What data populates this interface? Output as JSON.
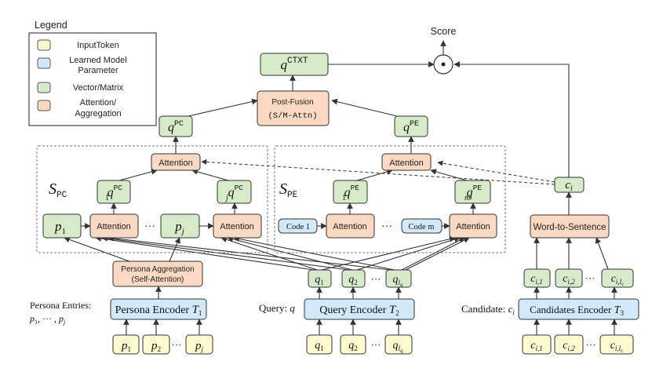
{
  "colors": {
    "input": "#fdfbcf",
    "param": "#d3e8f9",
    "vector": "#d7ebcb",
    "attention": "#fbd9c2",
    "stroke": "#333333"
  },
  "legend": {
    "title": "Legend",
    "items": [
      "InputToken",
      "Learned Model",
      "Parameter",
      "Vector/Matrix",
      "Attention/",
      "Aggregation"
    ]
  },
  "score": {
    "label": "Score",
    "op": "⊙"
  },
  "context": {
    "q": "q",
    "sup": "CTXT"
  },
  "post_fusion": {
    "line1": "Post-Fusion",
    "line2": "(S/M-Attn)"
  },
  "pc": {
    "set_S": "S",
    "set_sub": "PC",
    "q": "q",
    "sup": "PC",
    "sub1": "1",
    "subj": "j",
    "attention": "Attention",
    "p": "p",
    "p_sub1": "1",
    "p_subj": "j",
    "dots": "···"
  },
  "pe": {
    "set_S": "S",
    "set_sub": "PE",
    "q": "q",
    "sup": "PE",
    "sub1": "1",
    "subm": "m",
    "attention": "Attention",
    "code1": "Code 1",
    "codem": "Code m",
    "dots": "···"
  },
  "candidate": {
    "c": "c",
    "i": "i",
    "word_to_sentence": "Word-to-Sentence",
    "tokens_sub": [
      "i,1",
      "i,2",
      "i,l"
    ],
    "lc_sub": "c",
    "encoder": "Candidates Encoder",
    "encoder_T": "T",
    "encoder_T_sub": "3",
    "label": "Candidate: ",
    "label_c": "c",
    "label_i": "i"
  },
  "persona": {
    "aggregation_line1": "Persona Aggregation",
    "aggregation_line2": "(Self-Attention)",
    "encoder": "Persona Encoder ",
    "encoder_T": "T",
    "encoder_T_sub": "1",
    "entries_label": "Persona Entries:",
    "entries_p": "p",
    "entries_sub1": "1",
    "entries_mid": ", ··· ,",
    "entries_subj": "j",
    "tokens_p": "p",
    "tokens_sub": [
      "1",
      "2",
      "j"
    ]
  },
  "query": {
    "label": "Query: ",
    "label_q": "q",
    "encoder": "Query Encoder ",
    "encoder_T": "T",
    "encoder_T_sub": "2",
    "q": "q",
    "sub": [
      "1",
      "2",
      "l"
    ],
    "lq_sub": "q"
  },
  "dots": "···"
}
